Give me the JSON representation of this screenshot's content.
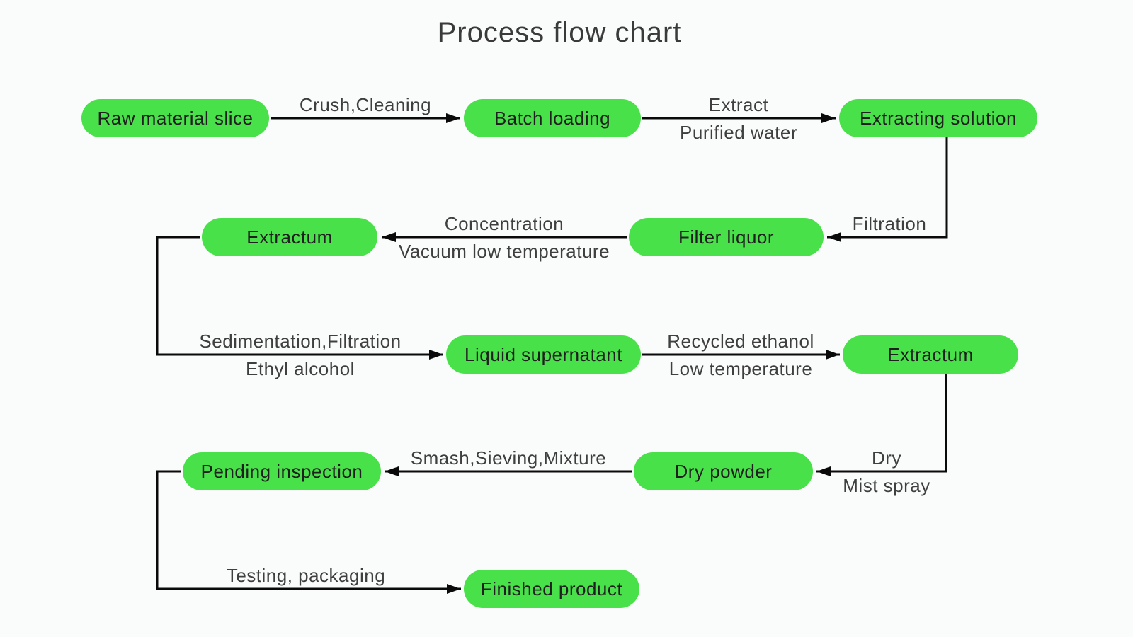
{
  "title": "Process flow chart",
  "colors": {
    "background": "#fafbfb",
    "node_fill": "#49e149",
    "node_text": "#1f1f1f",
    "edge_line": "#0a0a0a",
    "label_text": "#3f3f3f",
    "title_text": "#3a3a3a"
  },
  "nodes": [
    {
      "id": "raw-material-slice",
      "label": "Raw material slice"
    },
    {
      "id": "batch-loading",
      "label": "Batch loading"
    },
    {
      "id": "extracting-solution",
      "label": "Extracting solution"
    },
    {
      "id": "filter-liquor",
      "label": "Filter liquor"
    },
    {
      "id": "extractum-1",
      "label": "Extractum"
    },
    {
      "id": "liquid-supernatant",
      "label": "Liquid supernatant"
    },
    {
      "id": "extractum-2",
      "label": "Extractum"
    },
    {
      "id": "dry-powder",
      "label": "Dry powder"
    },
    {
      "id": "pending-inspection",
      "label": "Pending inspection"
    },
    {
      "id": "finished-product",
      "label": "Finished product"
    }
  ],
  "edges": [
    {
      "from": "raw-material-slice",
      "to": "batch-loading",
      "label_top": "Crush,Cleaning",
      "label_bottom": ""
    },
    {
      "from": "batch-loading",
      "to": "extracting-solution",
      "label_top": "Extract",
      "label_bottom": "Purified water"
    },
    {
      "from": "extracting-solution",
      "to": "filter-liquor",
      "label_top": "Filtration",
      "label_bottom": ""
    },
    {
      "from": "filter-liquor",
      "to": "extractum-1",
      "label_top": "Concentration",
      "label_bottom": "Vacuum low temperature"
    },
    {
      "from": "extractum-1",
      "to": "liquid-supernatant",
      "label_top": "Sedimentation,Filtration",
      "label_bottom": "Ethyl alcohol"
    },
    {
      "from": "liquid-supernatant",
      "to": "extractum-2",
      "label_top": "Recycled ethanol",
      "label_bottom": "Low temperature"
    },
    {
      "from": "extractum-2",
      "to": "dry-powder",
      "label_top": "Dry",
      "label_bottom": "Mist spray"
    },
    {
      "from": "dry-powder",
      "to": "pending-inspection",
      "label_top": "Smash,Sieving,Mixture",
      "label_bottom": ""
    },
    {
      "from": "pending-inspection",
      "to": "finished-product",
      "label_top": "Testing, packaging",
      "label_bottom": ""
    }
  ]
}
